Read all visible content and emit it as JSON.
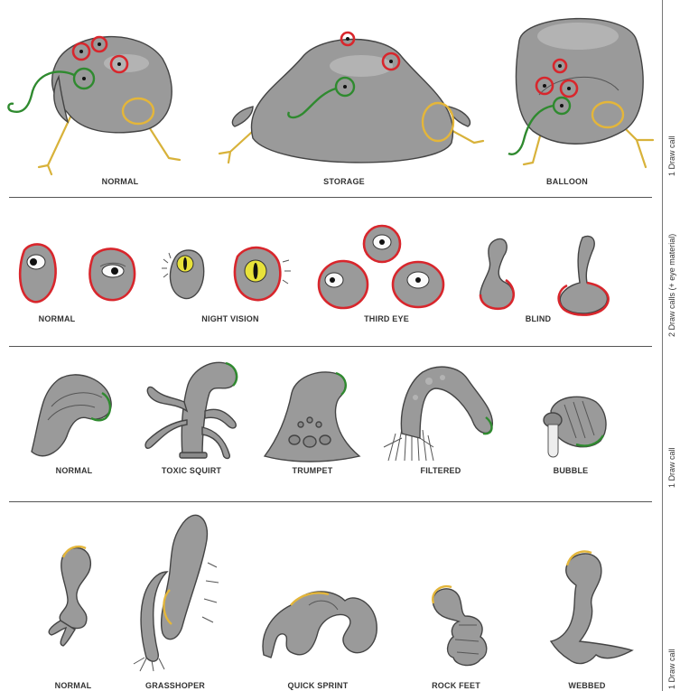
{
  "rows": [
    {
      "side_label": "1 Draw call",
      "items": [
        {
          "caption": "NORMAL"
        },
        {
          "caption": "STORAGE"
        },
        {
          "caption": "BALLOON"
        }
      ]
    },
    {
      "side_label": "2 Draw calls (+ eye material)",
      "items": [
        {
          "caption": "NORMAL"
        },
        {
          "caption": "NIGHT VISION"
        },
        {
          "caption": "THIRD EYE"
        },
        {
          "caption": "BLIND"
        }
      ]
    },
    {
      "side_label": "1 Draw call",
      "items": [
        {
          "caption": "NORMAL"
        },
        {
          "caption": "TOXIC SQUIRT"
        },
        {
          "caption": "TRUMPET"
        },
        {
          "caption": "FILTERED"
        },
        {
          "caption": "BUBBLE"
        }
      ]
    },
    {
      "side_label": "1 Draw call",
      "items": [
        {
          "caption": "NORMAL"
        },
        {
          "caption": "GRASSHOPER"
        },
        {
          "caption": "QUICK SPRINT"
        },
        {
          "caption": "ROCK FEET"
        },
        {
          "caption": "WEBBED"
        }
      ]
    }
  ],
  "colors": {
    "attachment_eye": "#d8262c",
    "attachment_mouth": "#2f8a2f",
    "attachment_leg": "#e4b63a",
    "body": "#9a9a9a"
  }
}
